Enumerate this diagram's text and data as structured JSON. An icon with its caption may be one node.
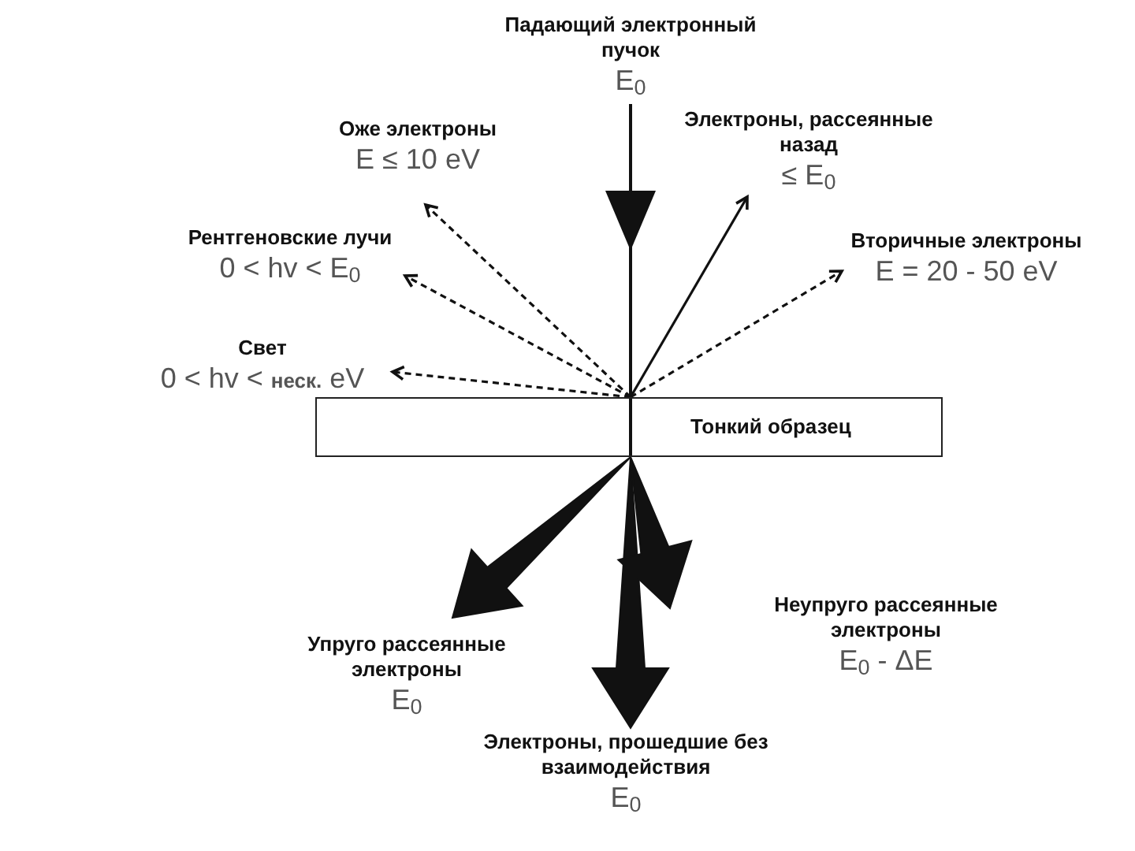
{
  "diagram": {
    "nodes": [
      {
        "text": [
          "Падающий электронный пучок",
          "E$_{0}$"
        ]
      },
      {
        "text": [
          "Оже электроны",
          "E ≤ 10 eV"
        ]
      },
      {
        "text": [
          "Электроны, рассеянные назад",
          "≤ E$_{0}$"
        ]
      },
      {
        "text": [
          "Рентгеновские лучи",
          "0 < hv < E$_{0}$"
        ]
      },
      {
        "text": [
          "Вторичные электроны",
          "E = 20 - 50 eV"
        ]
      },
      {
        "text": [
          "Свет",
          "0 < hv < **неск.** eV"
        ]
      },
      {
        "text": [
          "Тонкий образец"
        ]
      },
      {
        "text": [
          "Упруго рассеянные электроны",
          "E$_{0}$"
        ]
      },
      {
        "text": [
          "Неупруго рассеянные электроны",
          "E$_{0}$ - ΔE"
        ]
      },
      {
        "text": [
          "Электроны, прошедшие без взаимодействия",
          "E$_{0}$"
        ]
      }
    ],
    "edges": [
      {
        "from": 0,
        "to": 6,
        "arrow": "to"
      },
      {
        "from": 6,
        "to": 1,
        "arrow": "to",
        "style": "dashed"
      },
      {
        "from": 6,
        "to": 2,
        "arrow": "to"
      },
      {
        "from": 6,
        "to": 3,
        "arrow": "to",
        "style": "dashed"
      },
      {
        "from": 6,
        "to": 4,
        "arrow": "to",
        "style": "dashed"
      },
      {
        "from": 6,
        "to": 5,
        "arrow": "to",
        "style": "dashed"
      },
      {
        "from": 6,
        "to": 7,
        "arrow": "to",
        "style": "thick"
      },
      {
        "from": 6,
        "to": 9,
        "arrow": "to",
        "style": "thick"
      },
      {
        "from": 6,
        "to": 8,
        "arrow": "to",
        "style": "thick"
      }
    ]
  }
}
